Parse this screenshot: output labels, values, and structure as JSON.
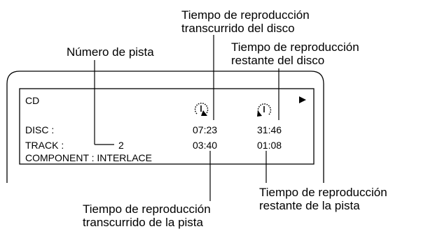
{
  "callouts": {
    "track_number": "Número de pista",
    "disc_elapsed": [
      "Tiempo de reproducción",
      "transcurrido del disco"
    ],
    "disc_remaining": [
      "Tiempo de reproducción",
      "restante del disco"
    ],
    "track_remaining": [
      "Tiempo de reproducción",
      "restante de la pista"
    ],
    "track_elapsed": [
      "Tiempo de reproducción",
      "transcurrido de la pista"
    ]
  },
  "display": {
    "source": "CD",
    "play_indicator_icon": "play-triangle",
    "elapsed_icon": "elapsed-clock-icon",
    "remaining_icon": "remaining-clock-icon",
    "disc_label": "DISC :",
    "track_label": "TRACK :",
    "track_number": "2",
    "disc_elapsed": "07:23",
    "disc_remaining": "31:46",
    "track_elapsed": "03:40",
    "track_remaining": "01:08",
    "component": "COMPONENT : INTERLACE"
  }
}
